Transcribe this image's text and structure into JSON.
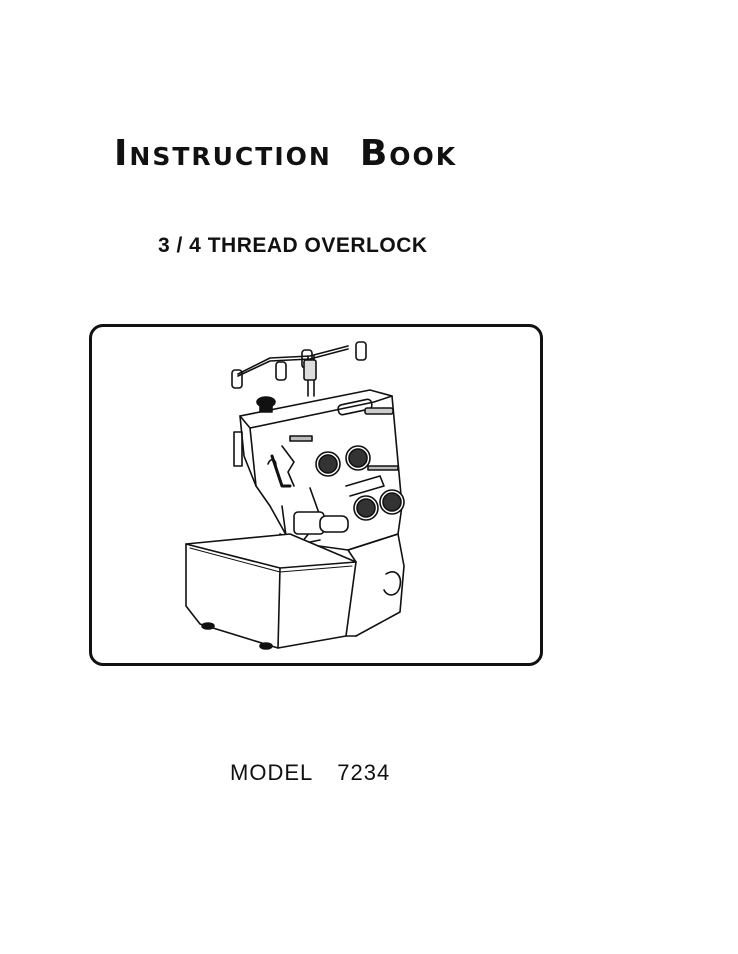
{
  "cover": {
    "title_word1": "Instruction",
    "title_word2": "Book",
    "subtitle": "3 / 4 THREAD OVERLOCK",
    "model_label": "MODEL",
    "model_number": "7234"
  }
}
